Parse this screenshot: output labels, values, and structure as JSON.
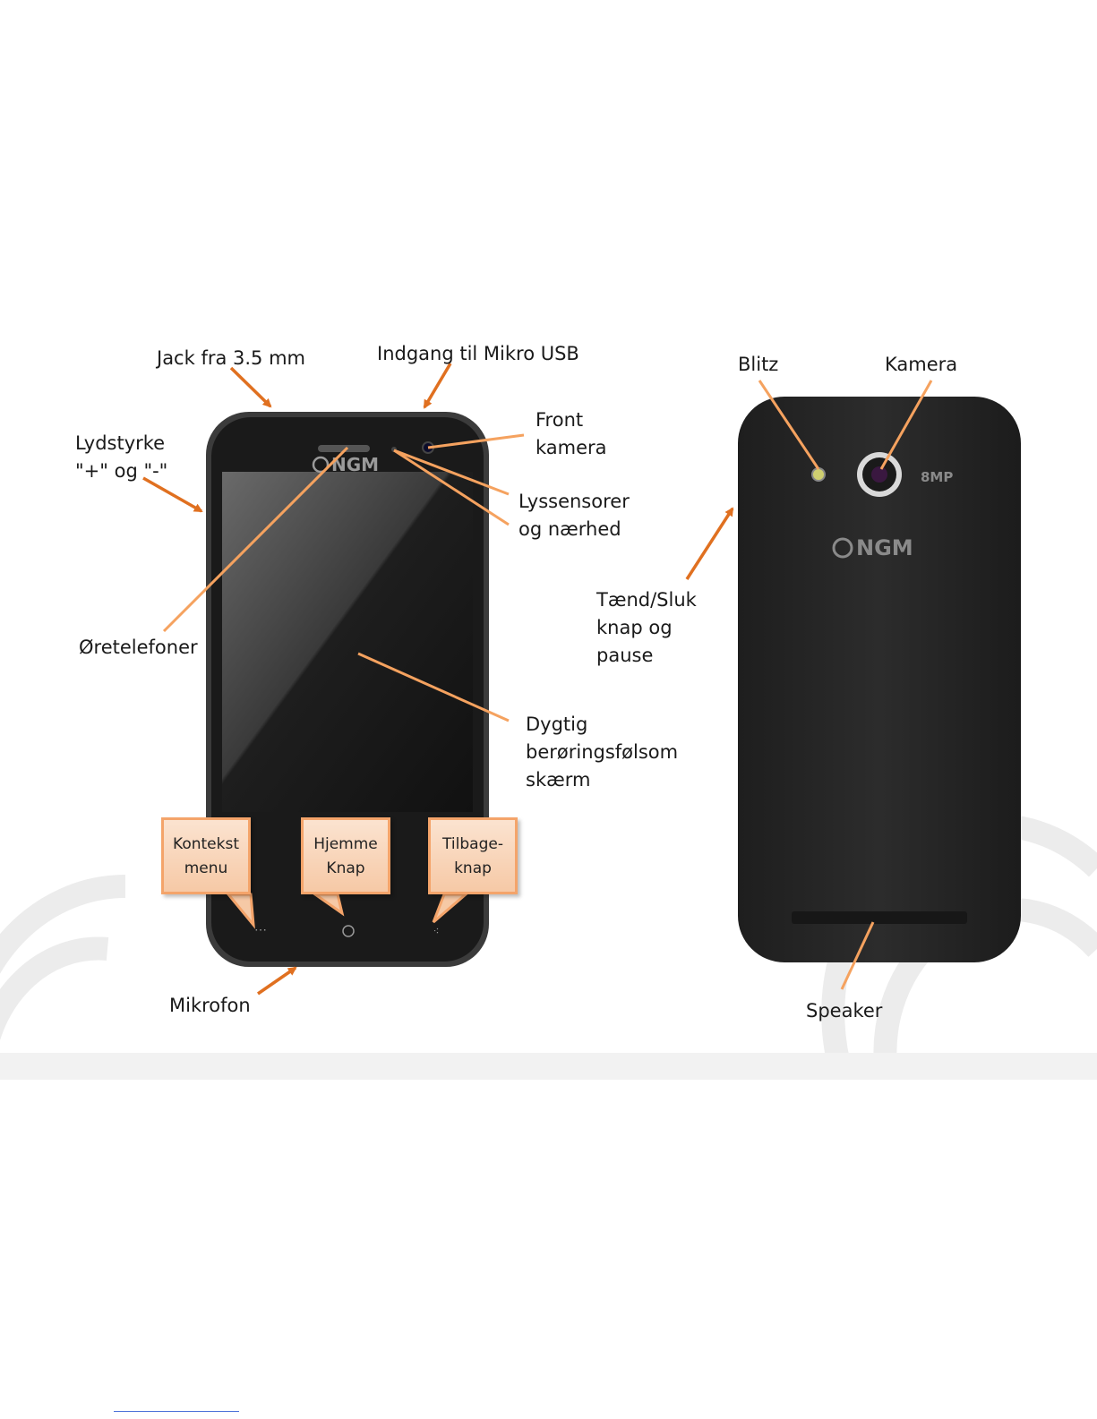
{
  "labels": {
    "jack": "Jack fra 3.5 mm",
    "usb": "Indgang til Mikro USB",
    "volume_l1": "Lydstyrke",
    "volume_l2": "\"+\" og \"-\"",
    "front_cam_l1": "Front",
    "front_cam_l2": "kamera",
    "light_l1": "Lyssensorer",
    "light_l2": "og nærhed",
    "earpiece": "Øretelefoner",
    "screen_l1": "Dygtig",
    "screen_l2": "berøringsfølsom",
    "screen_l3": "skærm",
    "mic": "Mikrofon",
    "flash": "Blitz",
    "camera": "Kamera",
    "power_l1": "Tænd/Sluk",
    "power_l2": "knap og",
    "power_l3": "pause",
    "speaker": "Speaker"
  },
  "callouts": {
    "context_l1": "Kontekst",
    "context_l2": "menu",
    "home_l1": "Hjemme",
    "home_l2": "Knap",
    "back_l1": "Tilbage-",
    "back_l2": "knap"
  },
  "phone": {
    "brand": "NGM",
    "megapixels": "8MP"
  },
  "colors": {
    "arrow_dark": "#e07020",
    "arrow_light": "#f5a25f",
    "phone_body": "#1c1c1c",
    "back_body": "#262626"
  }
}
